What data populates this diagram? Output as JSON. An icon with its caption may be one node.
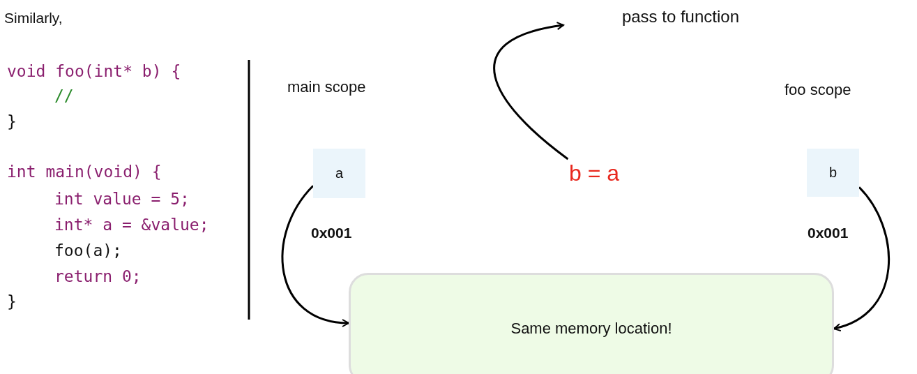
{
  "diagram": {
    "nodes": [
      {
        "text": [
          "a"
        ],
        "beside": [
          "0x001"
        ]
      },
      {
        "text": [
          "b = a"
        ]
      },
      {
        "text": [
          "pass to function"
        ]
      },
      {
        "text": [
          "b"
        ],
        "beside": [
          "0x001"
        ]
      },
      {
        "text": [
          "Same memory location!"
        ]
      }
    ],
    "edges": [
      {
        "from": 1,
        "to": 2,
        "arrow": "to"
      },
      {
        "from": 0,
        "to": 4,
        "arrow": "to"
      },
      {
        "from": 3,
        "to": 4,
        "arrow": "to"
      }
    ],
    "labels": [
      "Similarly,",
      "void foo(int* b) {",
      "//",
      "}",
      "int main(void) {",
      "int value = 5;",
      "int* a = &value;",
      "foo(a);",
      "return 0;",
      "}",
      "main scope",
      "foo scope"
    ]
  }
}
